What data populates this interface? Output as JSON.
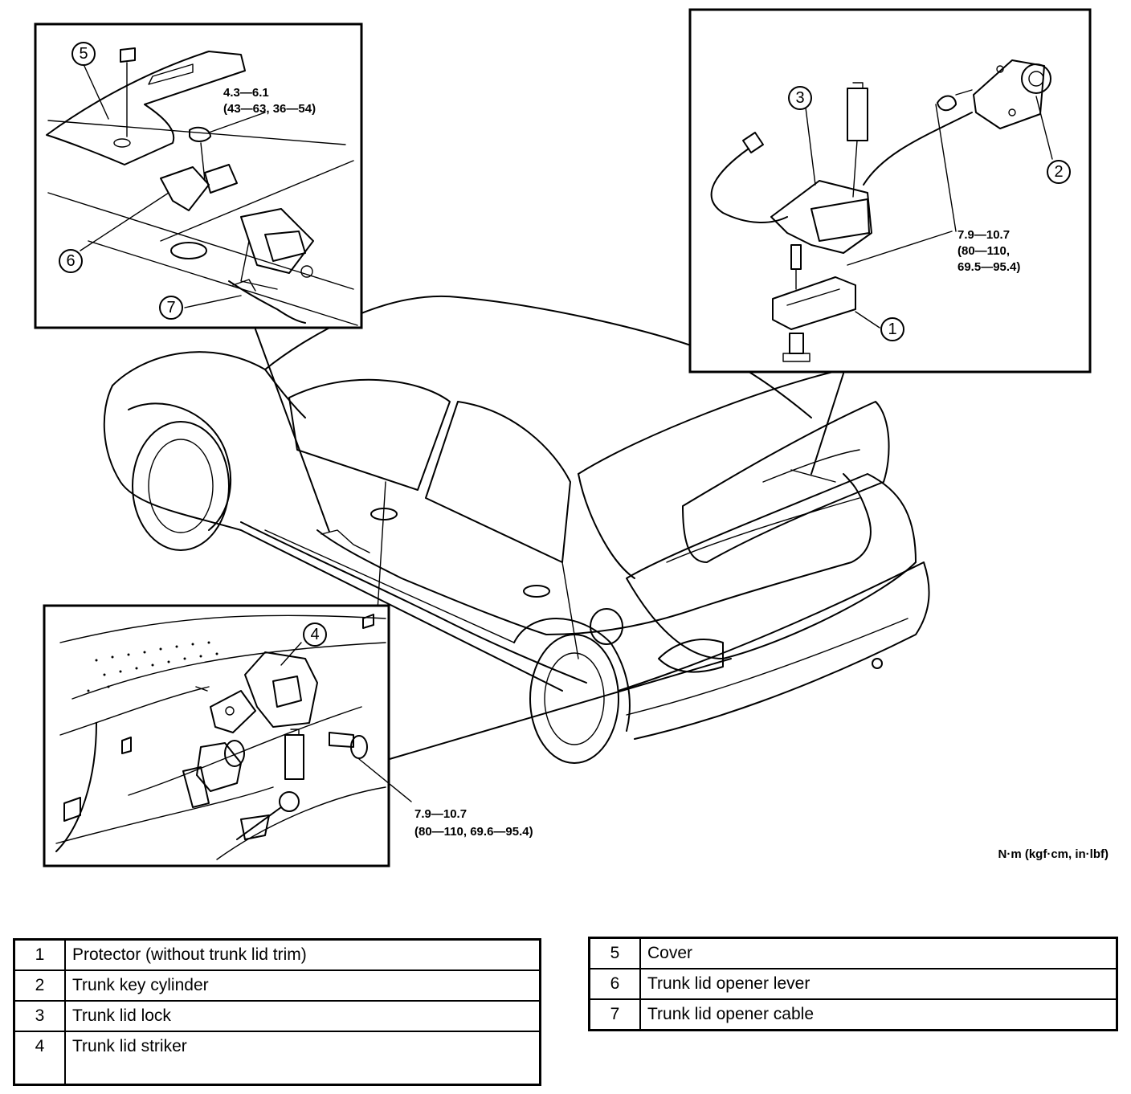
{
  "callouts": {
    "c1": "1",
    "c2": "2",
    "c3": "3",
    "c4": "4",
    "c5": "5",
    "c6": "6",
    "c7": "7"
  },
  "torque_specs": {
    "cover_bolt": {
      "line1": "4.3—6.1",
      "line2": "(43—63, 36—54)"
    },
    "lock_bolt": {
      "line1": "7.9—10.7",
      "line2": "(80—110,",
      "line3": "69.5—95.4)"
    },
    "striker_bolt": {
      "line1": "7.9—10.7",
      "line2": "(80—110, 69.6—95.4)"
    }
  },
  "units_label": "N·m (kgf·cm, in·lbf)",
  "legend": {
    "left": [
      {
        "num": "1",
        "label": "Protector (without trunk lid trim)"
      },
      {
        "num": "2",
        "label": "Trunk key cylinder"
      },
      {
        "num": "3",
        "label": "Trunk lid lock"
      },
      {
        "num": "4",
        "label": "Trunk lid striker"
      }
    ],
    "right": [
      {
        "num": "5",
        "label": "Cover"
      },
      {
        "num": "6",
        "label": "Trunk lid opener lever"
      },
      {
        "num": "7",
        "label": "Trunk lid opener cable"
      }
    ]
  }
}
